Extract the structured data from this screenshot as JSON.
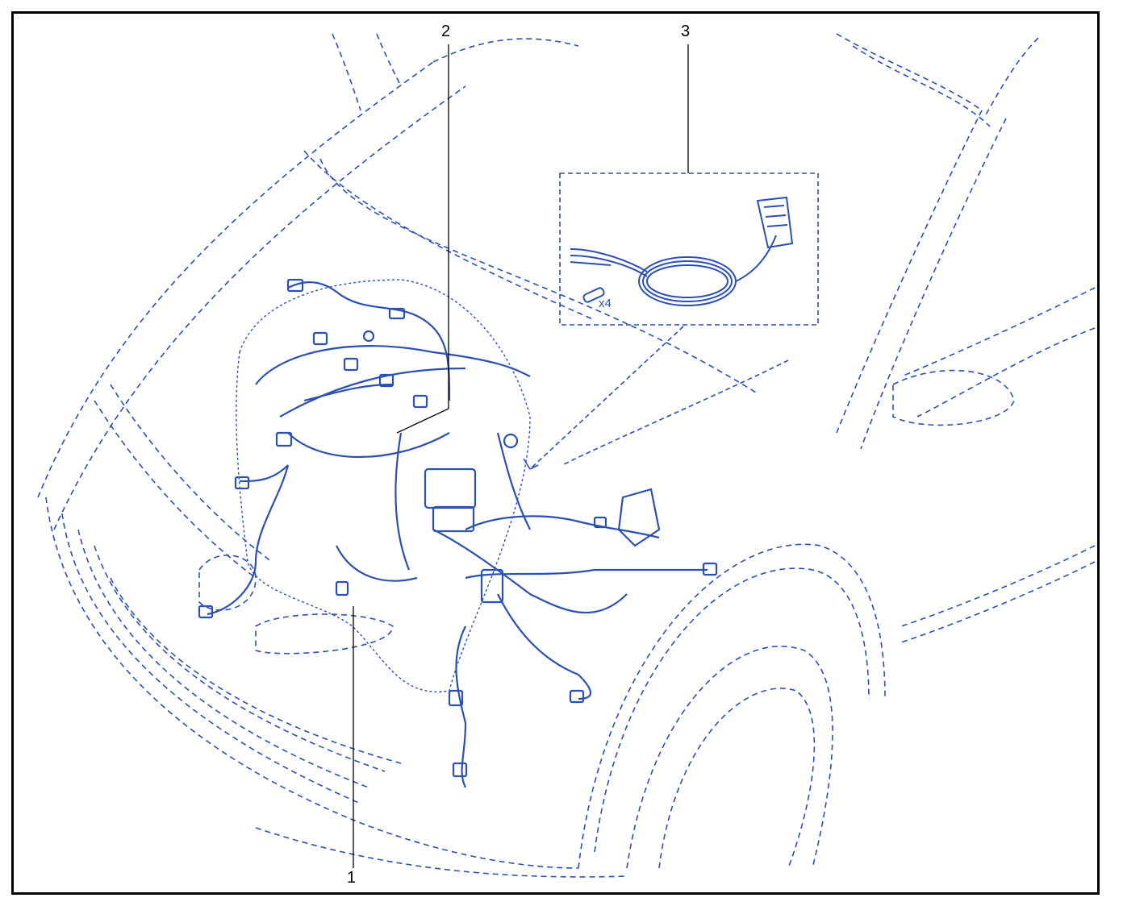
{
  "colors": {
    "ink": "#2c4fb3",
    "frame": "#000000",
    "leader": "#000000",
    "background": "#ffffff"
  },
  "callouts": [
    {
      "id": "1",
      "label": "1"
    },
    {
      "id": "2",
      "label": "2"
    },
    {
      "id": "3",
      "label": "3"
    }
  ],
  "inset": {
    "quantity_label": "x4"
  }
}
